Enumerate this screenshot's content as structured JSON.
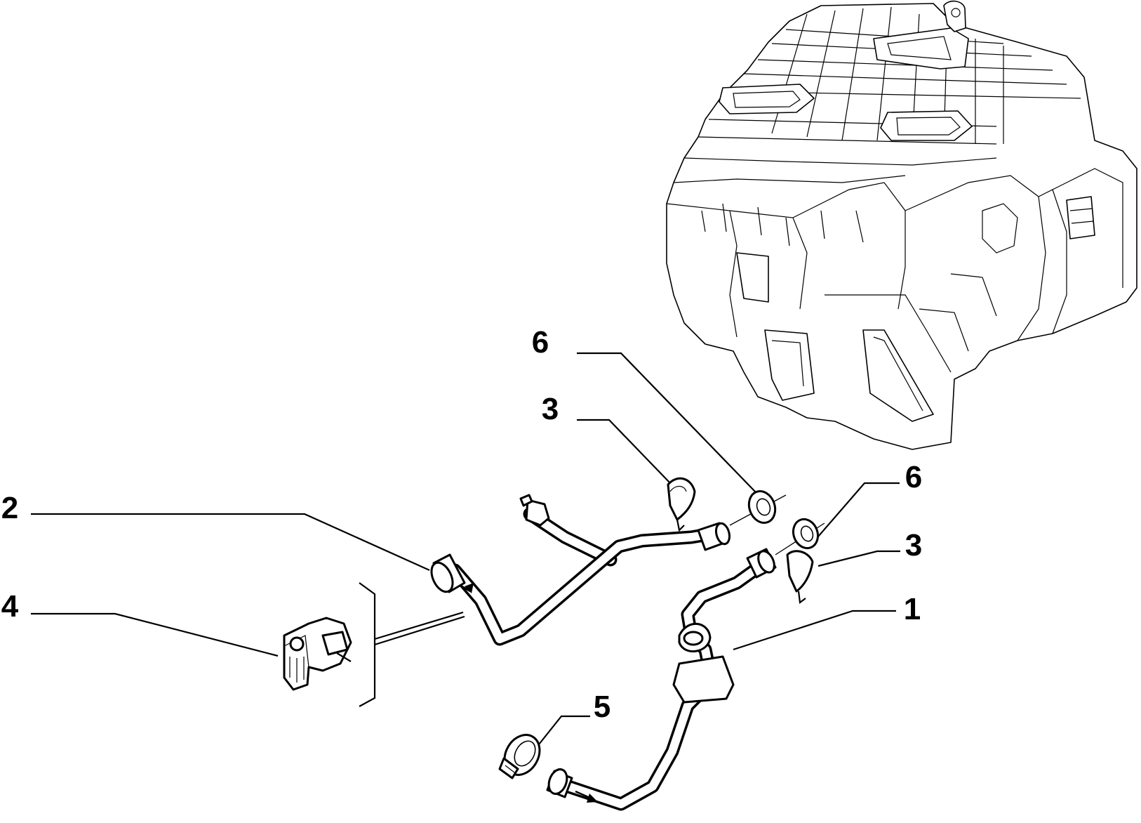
{
  "diagram": {
    "callouts": [
      {
        "id": "callout-1",
        "label": "1"
      },
      {
        "id": "callout-2",
        "label": "2"
      },
      {
        "id": "callout-3-upper",
        "label": "3"
      },
      {
        "id": "callout-3-right",
        "label": "3"
      },
      {
        "id": "callout-4",
        "label": "4"
      },
      {
        "id": "callout-5",
        "label": "5"
      },
      {
        "id": "callout-6-upper",
        "label": "6"
      },
      {
        "id": "callout-6-right",
        "label": "6"
      }
    ]
  }
}
